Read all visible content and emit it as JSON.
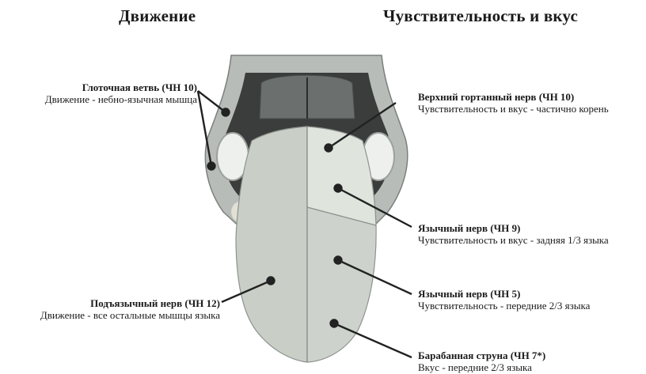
{
  "headings": {
    "left": "Движение",
    "right": "Чувствительность и вкус"
  },
  "labels": {
    "pharyngeal": {
      "title": "Глоточная ветвь (ЧН 10)",
      "desc": "Движение - небно-язычная мышца"
    },
    "hypoglossal": {
      "title": "Подъязычный нерв (ЧН 12)",
      "desc": "Движение - все остальные мышцы языка"
    },
    "superior_laryngeal": {
      "title": "Верхний гортанный нерв (ЧН 10)",
      "desc": "Чувствительность и вкус - частично корень"
    },
    "lingual_9": {
      "title": "Язычный нерв (ЧН 9)",
      "desc": "Чувствительность и вкус - задняя 1/3 языка"
    },
    "lingual_5": {
      "title": "Язычный нерв (ЧН 5)",
      "desc": "Чувствительность - передние 2/3 языка"
    },
    "chorda_tympani": {
      "title": "Барабанная струна (ЧН 7*)",
      "desc": "Вкус - передние 2/3 языка"
    }
  },
  "colors": {
    "tongue_left": "#c9cfc6",
    "tongue_right_front": "#cdd3cc",
    "tongue_right_back": "#dfe4dd",
    "throat_dark": "#3a3d3c",
    "outline": "#6d716f",
    "pointer": "#222222"
  }
}
